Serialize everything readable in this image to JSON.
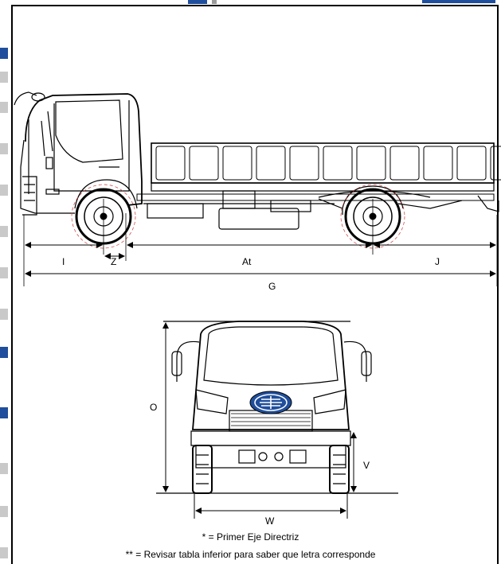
{
  "dimensions": {
    "I": "I",
    "Z": "Z",
    "At": "At",
    "J": "J",
    "G": "G",
    "O": "O",
    "V": "V",
    "W": "W"
  },
  "notes": {
    "first_axle": "* = Primer Eje Directriz",
    "letter_table": "** = Revisar tabla inferior para saber que letra corresponde"
  },
  "colors": {
    "frame": "#000000",
    "accent_blue": "#1f4e9c",
    "hub_red": "#cc3333"
  },
  "icons": {
    "truck_side": "truck-side-view-icon",
    "truck_front": "truck-front-view-icon",
    "brand_logo": "faw-logo-icon"
  }
}
